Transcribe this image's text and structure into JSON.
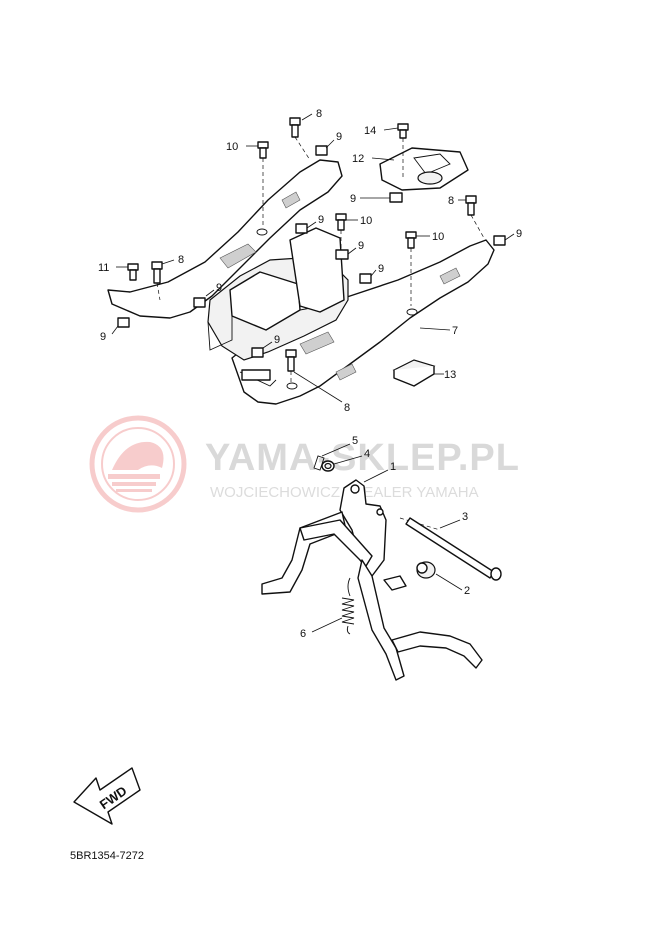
{
  "diagram": {
    "watermark": {
      "main": "YAMA-SKLEP.PL",
      "sub": "WOJCIECHOWICZ / DEALER YAMAHA",
      "logo_color": "#e23a3a"
    },
    "fwd_label": "FWD",
    "code": "5BR1354-7272",
    "callouts": [
      {
        "id": "c8a",
        "text": "8"
      },
      {
        "id": "c9a",
        "text": "9"
      },
      {
        "id": "c10a",
        "text": "10"
      },
      {
        "id": "c14",
        "text": "14"
      },
      {
        "id": "c12",
        "text": "12"
      },
      {
        "id": "c9b",
        "text": "9"
      },
      {
        "id": "c8b",
        "text": "8"
      },
      {
        "id": "c9c",
        "text": "9"
      },
      {
        "id": "c10b",
        "text": "10"
      },
      {
        "id": "c9d",
        "text": "9"
      },
      {
        "id": "c10c",
        "text": "10"
      },
      {
        "id": "c9e",
        "text": "9"
      },
      {
        "id": "c11",
        "text": "11"
      },
      {
        "id": "c8c",
        "text": "8"
      },
      {
        "id": "c9f",
        "text": "9"
      },
      {
        "id": "c9g",
        "text": "9"
      },
      {
        "id": "c9h",
        "text": "9"
      },
      {
        "id": "c9i",
        "text": "9"
      },
      {
        "id": "c7",
        "text": "7"
      },
      {
        "id": "c13",
        "text": "13"
      },
      {
        "id": "c8d",
        "text": "8"
      },
      {
        "id": "c5",
        "text": "5"
      },
      {
        "id": "c4",
        "text": "4"
      },
      {
        "id": "c1",
        "text": "1"
      },
      {
        "id": "c3",
        "text": "3"
      },
      {
        "id": "c2",
        "text": "2"
      },
      {
        "id": "c6",
        "text": "6"
      }
    ]
  }
}
